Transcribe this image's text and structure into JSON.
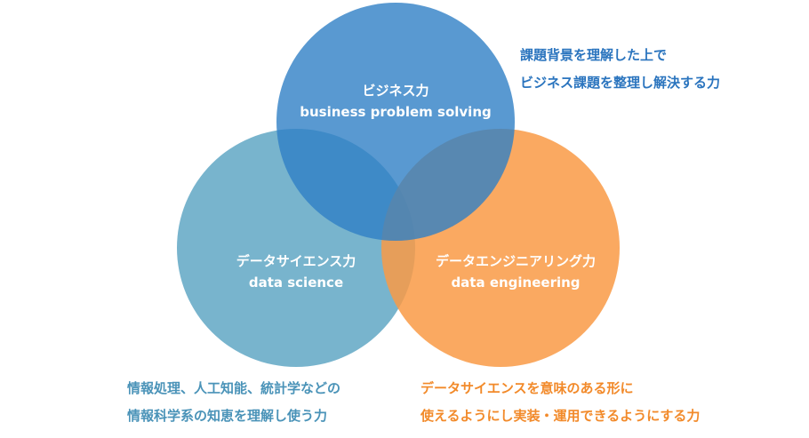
{
  "colors": {
    "business": "#2f7fc6",
    "science": "#5aa3c2",
    "engineering": "#f99a45"
  },
  "circles": {
    "business": {
      "ja": "ビジネス力",
      "en": "business problem solving"
    },
    "science": {
      "ja": "データサイエンス力",
      "en": "data science"
    },
    "engineering": {
      "ja": "データエンジニアリング力",
      "en": "data engineering"
    }
  },
  "descriptions": {
    "business": [
      "課題背景を理解した上で",
      "ビジネス課題を整理し解決する力"
    ],
    "science": [
      "情報処理、人工知能、統計学などの",
      "情報科学系の知恵を理解し使う力"
    ],
    "engineering": [
      "データサイエンスを意味のある形に",
      "使えるようにし実装・運用できるようにする力"
    ]
  }
}
